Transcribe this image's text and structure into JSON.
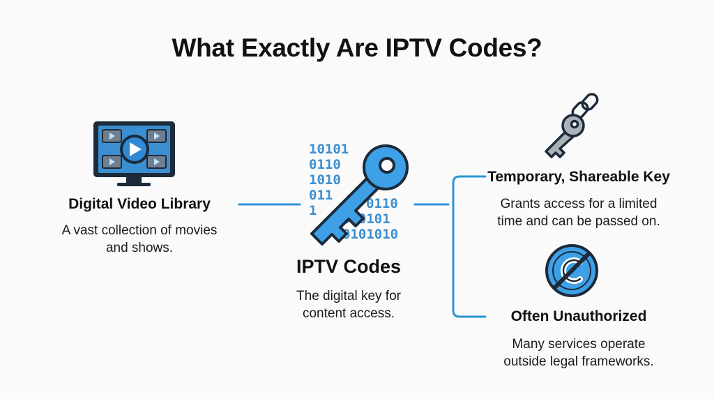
{
  "title": "What Exactly Are IPTV Codes?",
  "nodes": {
    "library": {
      "heading": "Digital Video Library",
      "lines": [
        "A vast collection of movies",
        "and shows."
      ]
    },
    "codes": {
      "heading": "IPTV Codes",
      "lines": [
        "The digital key for",
        "content access."
      ]
    },
    "temporary": {
      "heading": "Temporary, Shareable Key",
      "lines": [
        "Grants access for a limited",
        "time and can be passed on."
      ]
    },
    "unauthorized": {
      "heading": "Often Unauthorized",
      "lines": [
        "Many services operate",
        "outside legal frameworks."
      ]
    }
  },
  "binary_rows": [
    "10101",
    "0110",
    "1010",
    "011",
    "1",
    "0110",
    "010101",
    "0101010"
  ],
  "icons": {
    "library": "video-library-monitor-icon",
    "codes": "key-binary-icon",
    "temporary": "key-chain-icon",
    "unauthorized": "no-copyright-icon"
  },
  "colors": {
    "accent": "#2b95d6",
    "key_blue": "#3ea0e6",
    "outline": "#1c2a3a",
    "gray": "#a9b1b9",
    "line": "#2b95d6"
  }
}
